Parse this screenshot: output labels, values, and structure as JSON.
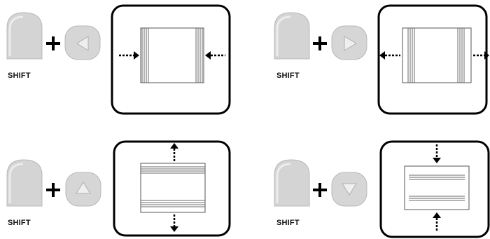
{
  "shift_label": "SHIFT",
  "colors": {
    "key_fill": "#d4d4d4",
    "key_light": "#e9e9e9",
    "stroke": "#000000",
    "panel_fill": "#ffffff",
    "lines": "#6a6a6a"
  },
  "panels": [
    {
      "id": "shift-left",
      "arrow_key": "left",
      "modifier_key": "shift",
      "effect": "shrink-horizontal"
    },
    {
      "id": "shift-right",
      "arrow_key": "right",
      "modifier_key": "shift",
      "effect": "expand-horizontal"
    },
    {
      "id": "shift-up",
      "arrow_key": "up",
      "modifier_key": "shift",
      "effect": "expand-vertical"
    },
    {
      "id": "shift-down",
      "arrow_key": "down",
      "modifier_key": "shift",
      "effect": "shrink-vertical"
    }
  ]
}
